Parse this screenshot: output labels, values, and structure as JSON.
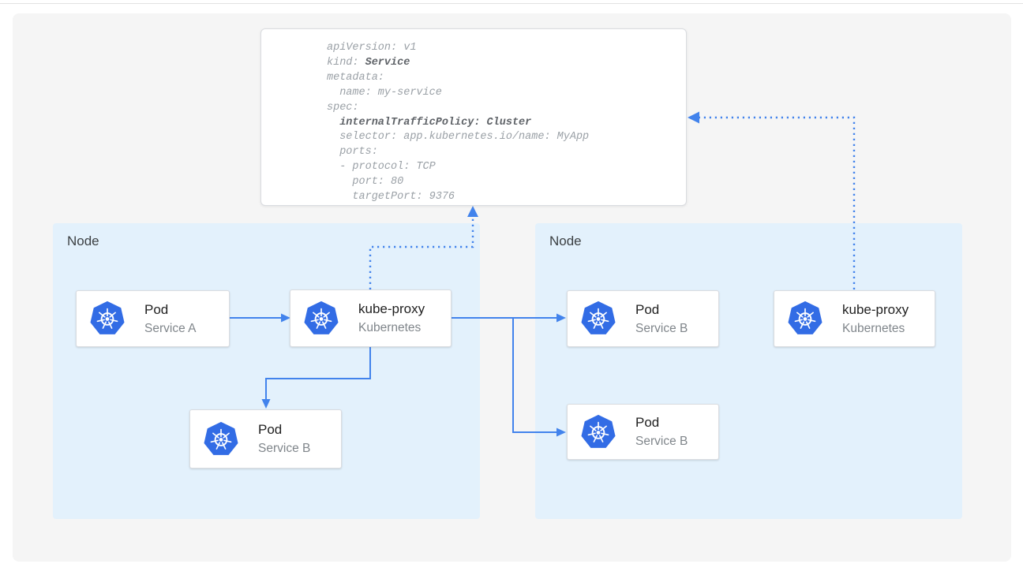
{
  "colors": {
    "panel-bg": "#f5f5f5",
    "node-bg": "#e3f1fc",
    "card-bg": "#ffffff",
    "card-border": "#dadce0",
    "arrow-blue": "#4283ec",
    "k8s-blue": "#326ce5",
    "title-color": "#212121",
    "subtitle-color": "#80868b",
    "node-label-color": "#3c4043",
    "yaml-text": "#9aa0a6",
    "yaml-bold": "#5f6368"
  },
  "yaml_card": {
    "l1": "apiVersion: v1",
    "l2a": "kind: ",
    "l2b": "Service",
    "l3": "metadata:",
    "l4": "  name: my-service",
    "l5": "spec:",
    "l6a": "  ",
    "l6b": "internalTrafficPolicy: Cluster",
    "l7": "  selector: app.kubernetes.io/name: MyApp",
    "l8": "  ports:",
    "l9": "  - protocol: TCP",
    "l10": "    port: 80",
    "l11": "    targetPort: 9376"
  },
  "left_node": {
    "label": "Node",
    "pod_a": {
      "icon": "kubernetes-icon",
      "title": "Pod",
      "subtitle": "Service A"
    },
    "kube_proxy": {
      "icon": "kubernetes-icon",
      "title": "kube-proxy",
      "subtitle": "Kubernetes"
    },
    "pod_b": {
      "icon": "kubernetes-icon",
      "title": "Pod",
      "subtitle": "Service B"
    }
  },
  "right_node": {
    "label": "Node",
    "pod_b_top": {
      "icon": "kubernetes-icon",
      "title": "Pod",
      "subtitle": "Service B"
    },
    "pod_b_bottom": {
      "icon": "kubernetes-icon",
      "title": "Pod",
      "subtitle": "Service B"
    },
    "kube_proxy": {
      "icon": "kubernetes-icon",
      "title": "kube-proxy",
      "subtitle": "Kubernetes"
    }
  }
}
